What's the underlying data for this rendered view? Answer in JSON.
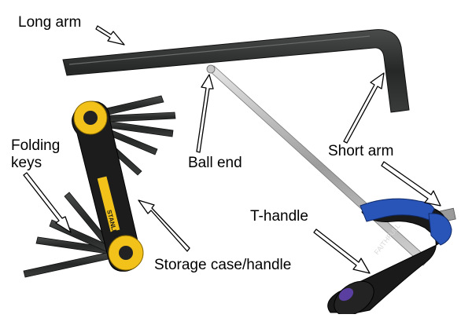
{
  "labels": {
    "long_arm": "Long arm",
    "folding_keys_line1": "Folding",
    "folding_keys_line2": "keys",
    "ball_end": "Ball end",
    "short_arm": "Short arm",
    "t_handle": "T-handle",
    "storage_case": "Storage case/handle"
  },
  "brands": {
    "folding_set": "STANLEY",
    "t_handle": "FAITHFULL"
  },
  "colors": {
    "background": "#ffffff",
    "label_text": "#000000",
    "arrow_fill": "#ffffff",
    "arrow_stroke": "#000000",
    "hex_key_dark": "#2e3030",
    "folding_case_yellow": "#f2c21a",
    "folding_case_black": "#1c1c1c",
    "t_handle_blue": "#2a55b8",
    "t_handle_black": "#1a1a1a",
    "ball_end_shaft": "#b8b8b8"
  }
}
